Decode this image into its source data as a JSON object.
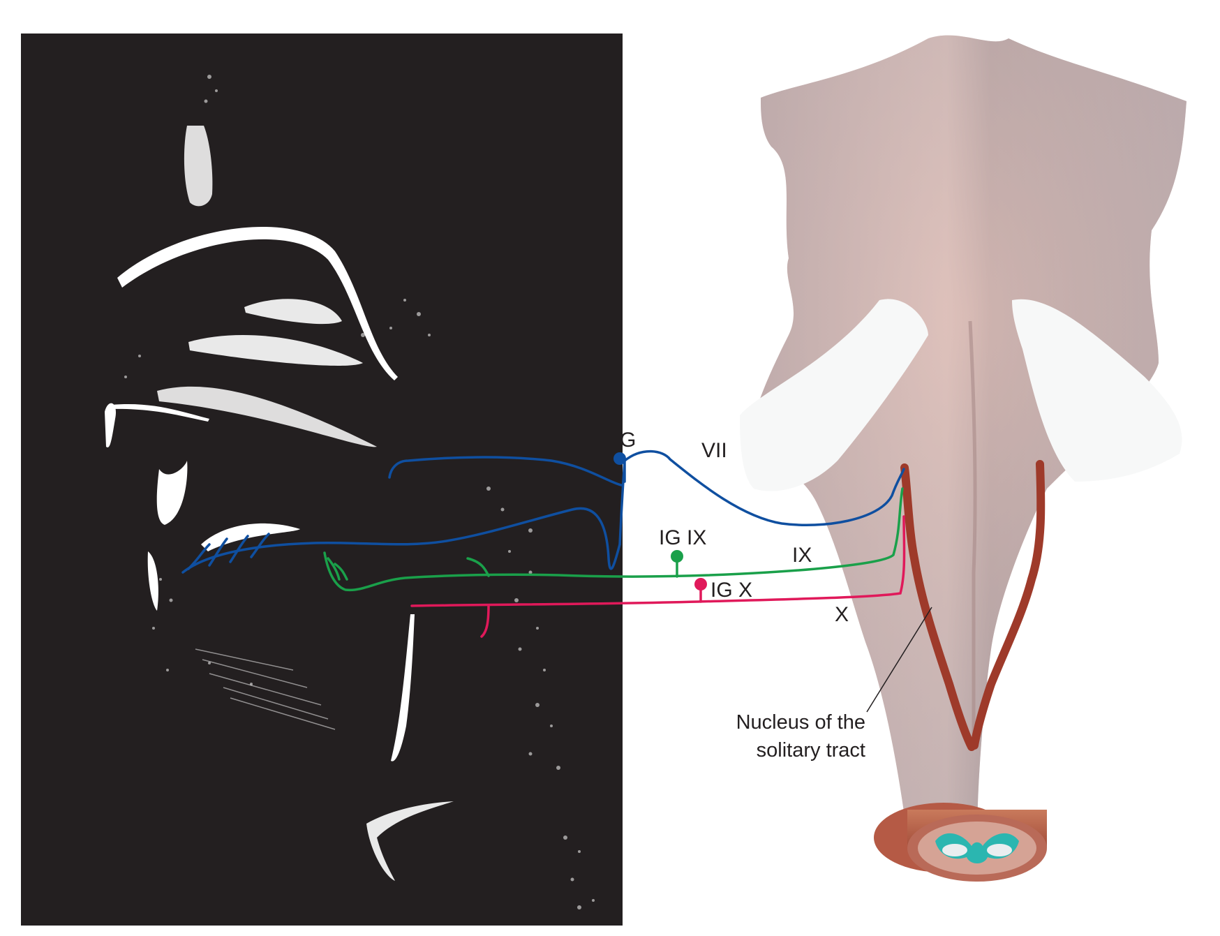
{
  "labels": {
    "ganglion_vii": "G",
    "nerve_vii": "VII",
    "ganglion_ix": "IG IX",
    "nerve_ix": "IX",
    "ganglion_x": "IG X",
    "nerve_x": "X",
    "nts_line1": "Nucleus of the",
    "nts_line2": "solitary tract"
  },
  "colors": {
    "vii": "#0f4fa0",
    "ix": "#1aa04a",
    "x": "#e0195a",
    "head_background": "#231f20",
    "brainstem": "#d8b4b0",
    "nucleus": "#9e3a2a",
    "cord_center": "#2bb6b0"
  }
}
